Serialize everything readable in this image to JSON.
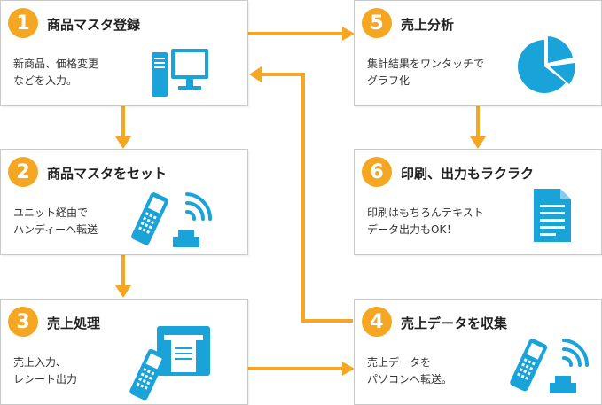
{
  "steps": [
    {
      "num": "1",
      "title": "商品マスタ登録",
      "desc": "新商品、価格変更\nなどを入力。"
    },
    {
      "num": "2",
      "title": "商品マスタをセット",
      "desc": "ユニット経由で\nハンディーへ転送"
    },
    {
      "num": "3",
      "title": "売上処理",
      "desc": "売上入力、\nレシート出力"
    },
    {
      "num": "4",
      "title": "売上データを収集",
      "desc": "売上データを\nパソコンへ転送。"
    },
    {
      "num": "5",
      "title": "売上分析",
      "desc": "集計結果をワンタッチで\nグラフ化"
    },
    {
      "num": "6",
      "title": "印刷、出力もラクラク",
      "desc": "印刷はもちろんテキスト\nデータ出力もOK！"
    }
  ],
  "colors": {
    "accent": "#f5a623",
    "icon": "#1aa3d9",
    "border": "#c9c9c9"
  },
  "icons": [
    "desktop-computer-icon",
    "handheld-wireless-icon",
    "receipt-printer-handheld-icon",
    "handheld-wireless-icon",
    "pie-chart-icon",
    "document-icon"
  ]
}
